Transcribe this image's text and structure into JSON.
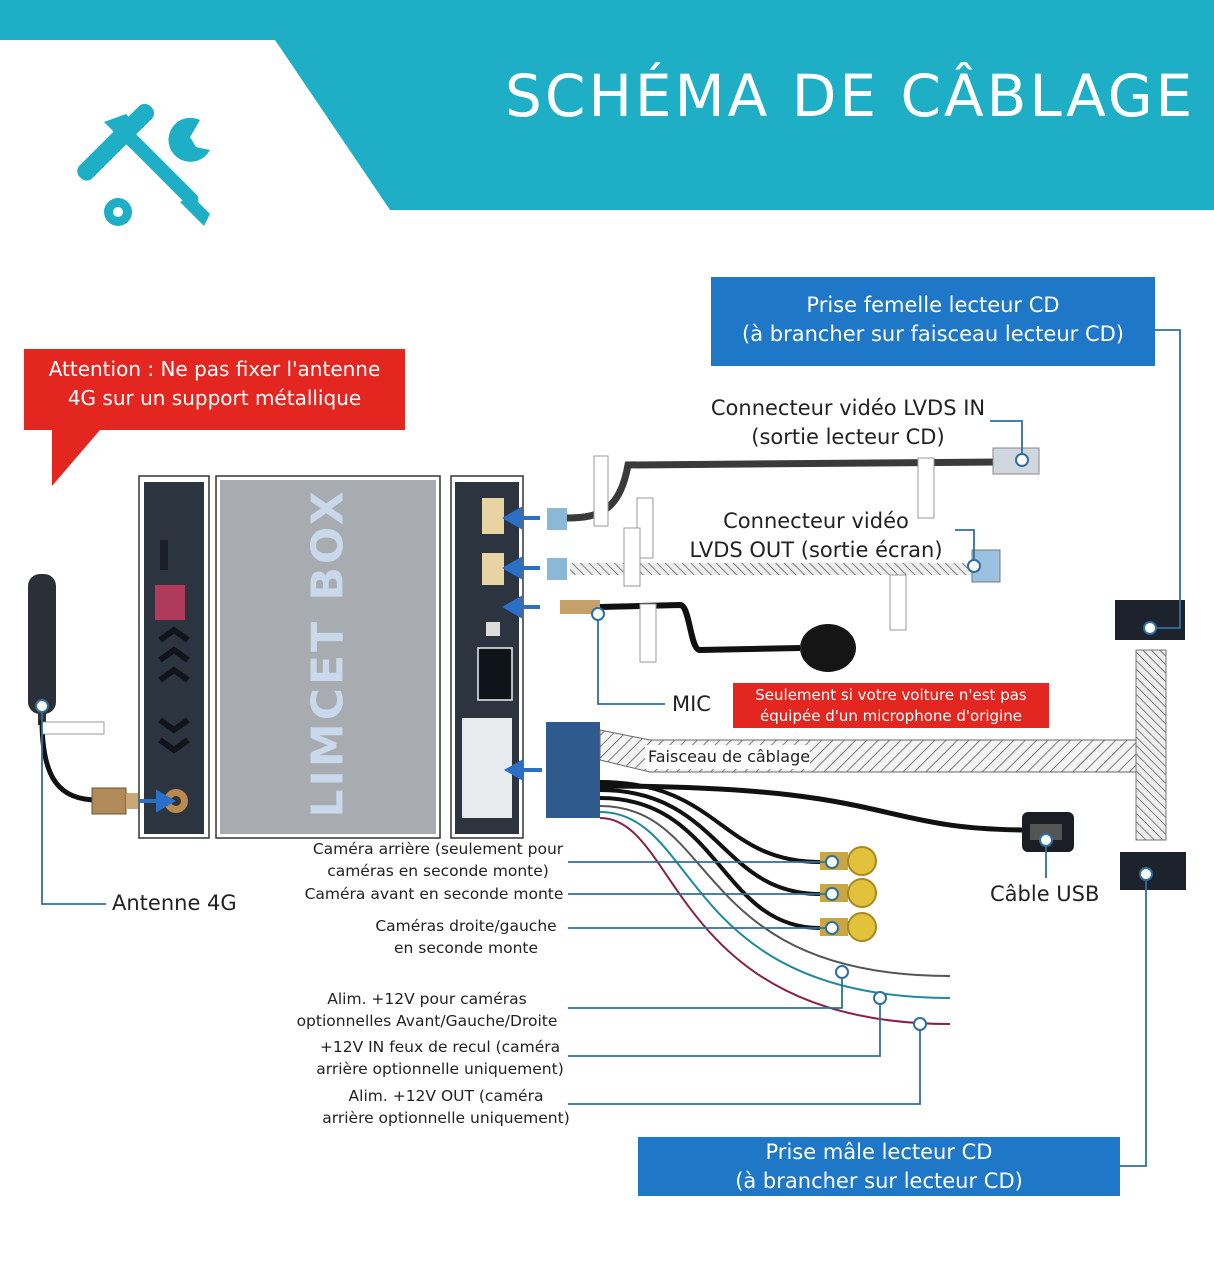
{
  "header": {
    "title": "SCHÉMA DE CÂBLAGE",
    "icon": "tools-icon",
    "accent_color": "#1eafc6"
  },
  "warning": {
    "text_line1": "Attention : Ne pas fixer l'antenne",
    "text_line2": "4G sur un support métallique",
    "color": "#e3261f"
  },
  "device": {
    "brand": "LIMCET BOX"
  },
  "labels": {
    "cd_female_line1": "Prise femelle lecteur CD",
    "cd_female_line2": "(à brancher sur faisceau lecteur CD)",
    "lvds_in_line1": "Connecteur vidéo LVDS IN",
    "lvds_in_line2": "(sortie lecteur CD)",
    "lvds_out_line1": "Connecteur vidéo",
    "lvds_out_line2": "LVDS OUT (sortie écran)",
    "mic": "MIC",
    "mic_note_line1": "Seulement si votre voiture n'est pas",
    "mic_note_line2": "équipée d'un microphone d'origine",
    "harness": "Faisceau de câblage",
    "antenna": "Antenne 4G",
    "usb": "Câble USB",
    "rear_cam_line1": "Caméra arrière (seulement pour",
    "rear_cam_line2": "caméras en seconde monte)",
    "front_cam": "Caméra avant en seconde monte",
    "side_cam_line1": "Caméras droite/gauche",
    "side_cam_line2": "en seconde monte",
    "power_cam_line1": "Alim. +12V pour caméras",
    "power_cam_line2": "optionnelles Avant/Gauche/Droite",
    "reverse_line1": "+12V IN feux de recul (caméra",
    "reverse_line2": "arrière optionnelle uniquement)",
    "power_out_line1": "Alim. +12V OUT (caméra",
    "power_out_line2": "arrière optionnelle uniquement)",
    "cd_male_line1": "Prise mâle lecteur CD",
    "cd_male_line2": "(à brancher sur lecteur CD)"
  }
}
